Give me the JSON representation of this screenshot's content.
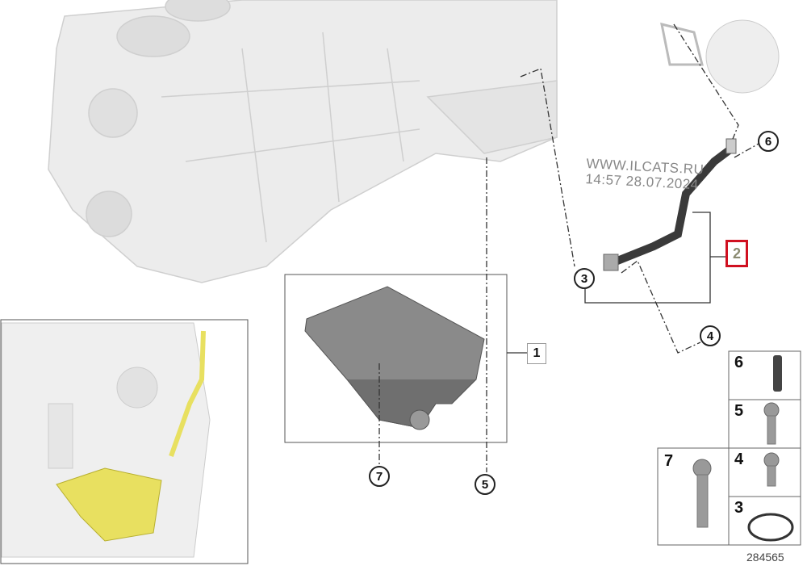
{
  "watermark": {
    "line1": "WWW.ILCATS.RU",
    "line2": "14:57 28.07.2024"
  },
  "callouts": {
    "c1": "1",
    "c2": "2",
    "c3": "3",
    "c4": "4",
    "c5": "5",
    "c6": "6",
    "c7": "7"
  },
  "parts_table": {
    "r6": "6",
    "r5": "5",
    "r4": "4",
    "r3": "3",
    "r7": "7"
  },
  "diagram_number": "284565",
  "colors": {
    "highlight": "#d01020",
    "inset_part": "#e8e060"
  }
}
